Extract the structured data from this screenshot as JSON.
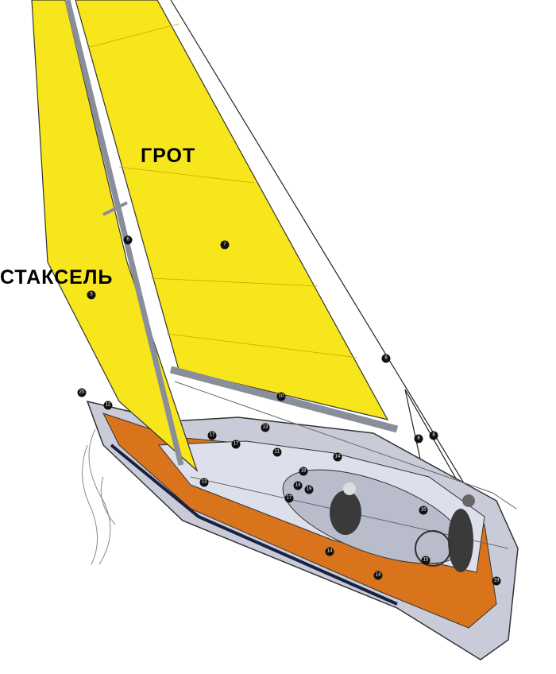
{
  "labels": {
    "mainsail": "ГРОТ",
    "staysail": "СТАКСЕЛЬ"
  },
  "markers": [
    "5",
    "6",
    "7",
    "8",
    "8",
    "8",
    "10",
    "12",
    "13",
    "20",
    "17",
    "17",
    "11",
    "14",
    "18",
    "14",
    "19",
    "17",
    "13",
    "16",
    "14",
    "15",
    "14",
    "19"
  ],
  "colors": {
    "sail": "#f7e61c",
    "deck_wood": "#d9741c",
    "hull": "#c9ccd8",
    "marker": "#111111"
  }
}
